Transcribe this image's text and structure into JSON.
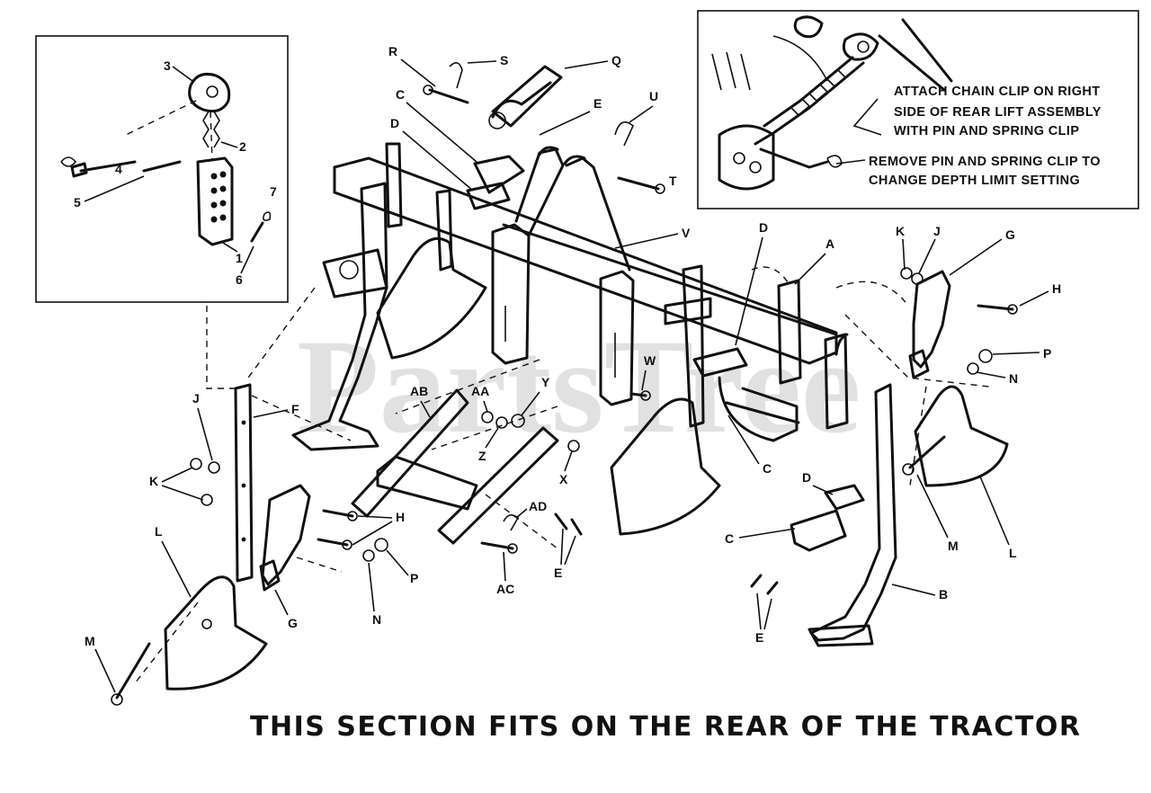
{
  "watermark": "PartsTree",
  "inset": {
    "attach_line1": "ATTACH CHAIN CLIP ON RIGHT",
    "attach_line2": "SIDE OF REAR LIFT ASSEMBLY",
    "attach_line3": "WITH PIN AND SPRING CLIP",
    "remove_line1": "REMOVE PIN AND SPRING CLIP TO",
    "remove_line2": "CHANGE DEPTH LIMIT SETTING"
  },
  "footer": "THIS SECTION FITS ON THE REAR OF THE TRACTOR",
  "callouts": {
    "n1": "1",
    "n2": "2",
    "n3": "3",
    "n4": "4",
    "n5": "5",
    "n6": "6",
    "n7": "7",
    "R": "R",
    "S": "S",
    "Q": "Q",
    "C_top": "C",
    "E_top": "E",
    "U": "U",
    "D_top": "D",
    "T": "T",
    "V": "V",
    "D_mid": "D",
    "A": "A",
    "K_right": "K",
    "J_right": "J",
    "G_right": "G",
    "H_right": "H",
    "P_right": "P",
    "N_right": "N",
    "W": "W",
    "AB": "AB",
    "AA": "AA",
    "Y": "Y",
    "Z": "Z",
    "X": "X",
    "C_mid": "C",
    "J_left": "J",
    "F": "F",
    "K_left": "K",
    "H_left": "H",
    "P_left": "P",
    "N_left": "N",
    "G_left": "G",
    "L_left": "L",
    "M_left": "M",
    "AD": "AD",
    "AC": "AC",
    "E_mid": "E",
    "D_low": "D",
    "C_low": "C",
    "E_low": "E",
    "B": "B",
    "M_right": "M",
    "L_right": "L"
  }
}
